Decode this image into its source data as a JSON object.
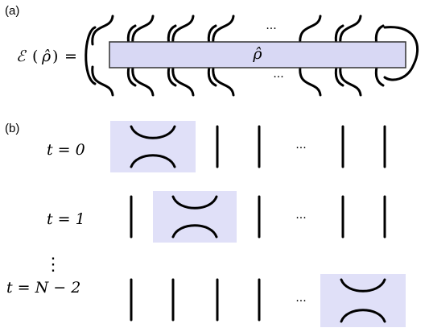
{
  "panel_a": {
    "label": "(a)",
    "lhs_func": "ℰ",
    "lhs_open": "(",
    "lhs_rho": "ρ̂",
    "lhs_close": ")",
    "equals": "=",
    "box_label": "ρ̂",
    "ellipsis_top": "···",
    "ellipsis_bottom": "···",
    "colors": {
      "box_fill": "#d8d8f4",
      "box_stroke": "#333333"
    }
  },
  "panel_b": {
    "label": "(b)",
    "rows": [
      {
        "label": "t = 0",
        "ellipsis": "···"
      },
      {
        "label": "t = 1",
        "ellipsis": "···"
      },
      {
        "label": "t = N − 2",
        "ellipsis": "···"
      }
    ],
    "vdots": "⋮",
    "colors": {
      "gate_fill": "#e0e0f8"
    }
  }
}
